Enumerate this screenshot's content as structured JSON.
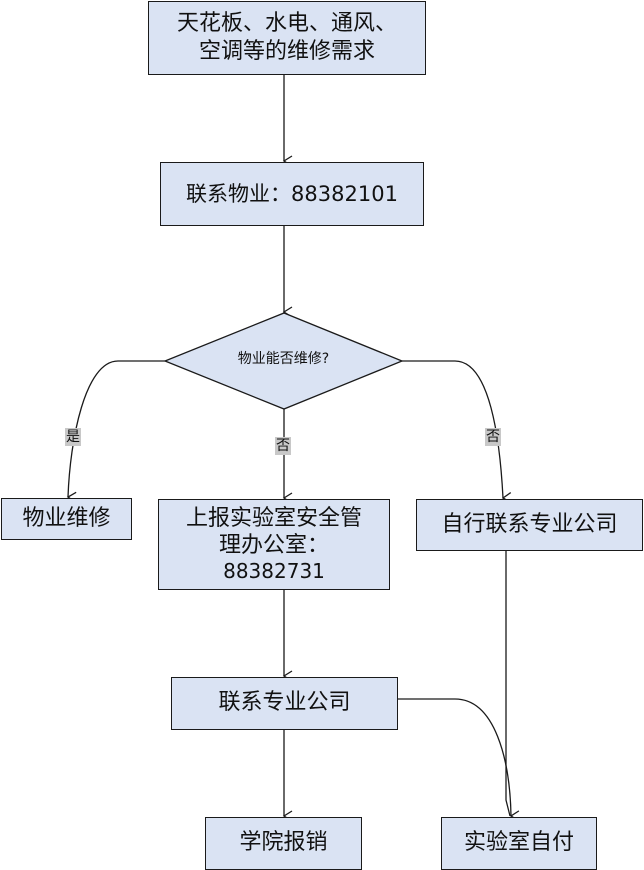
{
  "nodes": {
    "request": {
      "lines": [
        "天花板、水电、通风、",
        "空调等的维修需求"
      ]
    },
    "contact_property": {
      "lines": [
        "联系物业：88382101"
      ]
    },
    "decision": {
      "text": "物业能否维修?"
    },
    "property_repair": {
      "lines": [
        "物业维修"
      ]
    },
    "report_office": {
      "lines": [
        "上报实验室安全管",
        "理办公室：",
        "88382731"
      ]
    },
    "self_contact_company": {
      "lines": [
        "自行联系专业公司"
      ]
    },
    "contact_company": {
      "lines": [
        "联系专业公司"
      ]
    },
    "college_reimburse": {
      "lines": [
        "学院报销"
      ]
    },
    "lab_self_pay": {
      "lines": [
        "实验室自付"
      ]
    }
  },
  "edge_labels": {
    "yes": "是",
    "no_center": "否",
    "no_right": "否"
  },
  "colors": {
    "node_fill": "#dae3f3",
    "node_border": "#1a1a1a",
    "edge": "#1a1a1a",
    "label_bg": "#c8c8c8"
  }
}
